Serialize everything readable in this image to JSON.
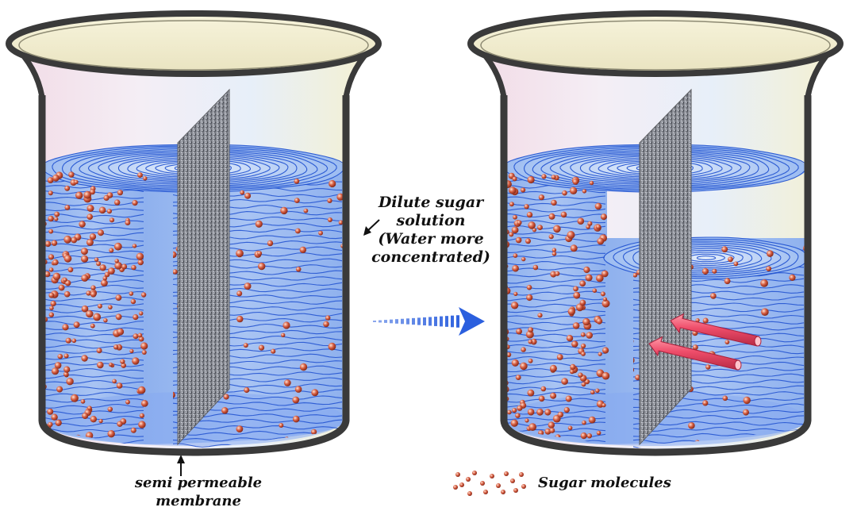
{
  "labels": {
    "dilute": [
      "Dilute sugar",
      "solution",
      "(Water more",
      "concentrated)"
    ],
    "membrane": [
      "semi permeable",
      "membrane"
    ],
    "legend": "Sugar molecules"
  },
  "colors": {
    "water": "#3f74df",
    "water_light": "#9cc0f2",
    "water_line": "#1d4fcf",
    "beaker_outline": "#3a3a3a",
    "membrane": "#7d7d7d",
    "sugar": "#b9452f",
    "arrow": "#ee5470",
    "process_arrow": "#2b5fde",
    "annotation": "#111111"
  },
  "icons": {
    "process": "arrow-right-icon",
    "flow": "arrow-left-icon",
    "pointer": "arrow-pointer-icon"
  }
}
